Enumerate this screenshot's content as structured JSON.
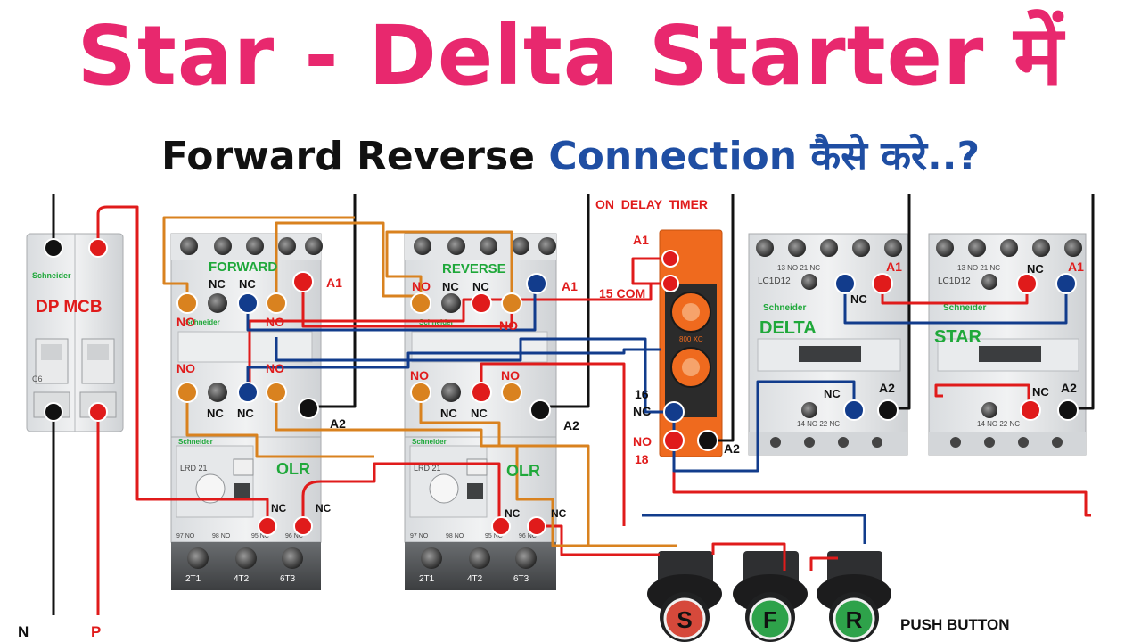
{
  "title": "Star - Delta Starter में",
  "subtitle": {
    "part_black": "Forward Reverse",
    "part_blue": "Connection कैसे करे..?"
  },
  "colors": {
    "title": "#e8286e",
    "subtitle_blue": "#1f4ea3",
    "wire_red": "#e01b1b",
    "wire_black": "#111111",
    "wire_blue": "#123c8c",
    "wire_orange": "#d9821f",
    "label_red": "#e01b1b",
    "label_green": "#1fa83a",
    "timer_body": "#ef6a1e"
  },
  "mcb": {
    "label": "DP MCB",
    "terminal_n": "N",
    "terminal_p": "P",
    "brand": "Schneider",
    "rating": "C6"
  },
  "forward": {
    "name": "FORWARD",
    "brand": "Schneider",
    "no": "NO",
    "nc": "NC",
    "a1": "A1",
    "a2": "A2",
    "olr": "OLR",
    "lrd": "LRD 21",
    "olr_nc_1": "NC",
    "olr_nc_2": "NC",
    "olr_terminals": [
      "97 NO",
      "98 NO",
      "95 NC",
      "96 NC"
    ],
    "bottom_terminals": [
      "2T1",
      "4T2",
      "6T3"
    ]
  },
  "reverse": {
    "name": "REVERSE",
    "brand": "Schneider",
    "no": "NO",
    "nc": "NC",
    "a1": "A1",
    "a2": "A2",
    "olr": "OLR",
    "lrd": "LRD 21",
    "olr_nc_1": "NC",
    "olr_nc_2": "NC",
    "olr_terminals": [
      "97 NO",
      "98 NO",
      "95 NC",
      "96 NC"
    ],
    "bottom_terminals": [
      "2T1",
      "4T2",
      "6T3"
    ]
  },
  "timer": {
    "title": "ON  DELAY  TIMER",
    "a1": "A1",
    "com": "15 COM",
    "nc16": "16",
    "nc_text": "NC",
    "no": "NO",
    "no18": "18",
    "a2": "A2",
    "model": "800 XC"
  },
  "delta": {
    "name": "DELTA",
    "model": "LC1D12",
    "brand": "Schneider",
    "top_terms": "13  NO  21  NC",
    "bottom_terms": "14  NO  22  NC",
    "nc": "NC",
    "nc_b": "NC",
    "a1": "A1",
    "a2": "A2"
  },
  "star": {
    "name": "STAR",
    "model": "LC1D12",
    "brand": "Schneider",
    "top_terms": "13  NO  21  NC",
    "bottom_terms": "14  NO  22  NC",
    "nc": "NC",
    "nc_b": "NC",
    "a1": "A1",
    "a2": "A2"
  },
  "buttons": {
    "stop": "S",
    "forward": "F",
    "reverse": "R",
    "label": "PUSH BUTTON"
  }
}
